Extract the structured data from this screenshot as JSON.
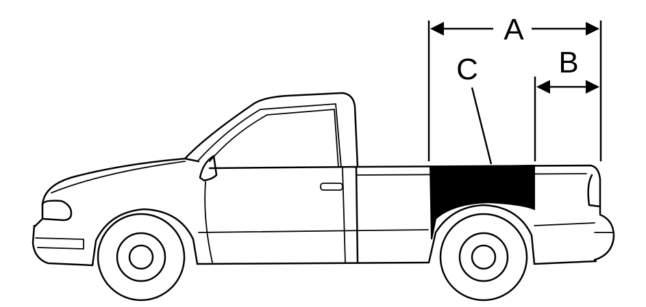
{
  "diagram": {
    "labels": {
      "a": "A",
      "b": "B",
      "c": "C"
    },
    "colors": {
      "stroke": "#000000",
      "fill_marked_area": "#000000",
      "background": "#ffffff"
    }
  }
}
